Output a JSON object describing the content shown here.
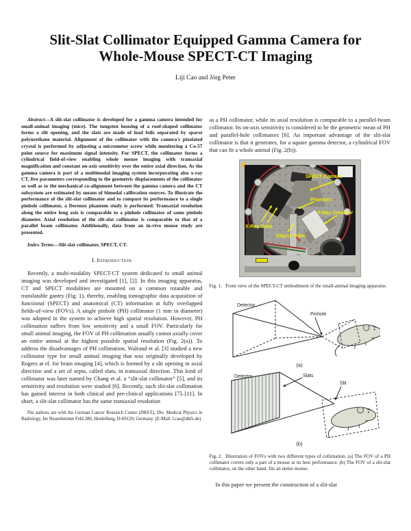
{
  "paper": {
    "title": "Slit-Slat Collimator Equipped Gamma Camera for Whole-Mouse SPECT-CT Imaging",
    "authors": "Liji Cao and Jörg Peter"
  },
  "abstract": {
    "lead": "Abstract",
    "text": "—A slit-slat collimator is developed for a gamma camera intended for small-animal imaging (mice). The tungsten housing of a roof-shaped collimator forms a slit opening, and the slats are made of lead foils separated by sparse polyurethane material. Alignment of the collimator with the camera's pixelated crystal is performed by adjusting a micrometer screw while monitoring a Co-57 point source for maximum signal intensity. For SPECT, the collimator forms a cylindrical field-of-view enabling whole mouse imaging with transaxial magnification and constant on-axis sensitivity over the entire axial direction. As the gamma camera is part of a multimodal imaging system incorporating also x-ray CT, five parameters corresponding to the geometric displacements of the collimator as well as to the mechanical co-alignment between the gamma camera and the CT subsystem are estimated by means of bimodal calibration sources. To illustrate the performance of the slit-slat collimator and to compare its performance to a single pinhole collimator, a Derenzo phantom study is performed. Transaxial resolution along the entire long axis is comparable to a pinhole collimator of same pinhole diameter. Axial resolution of the slit-slat collimator is comparable to that of a parallel beam collimator. Additionally, data from an in-vivo mouse study are presented."
  },
  "index_terms": {
    "lead": "Index Terms",
    "text": "—Slit-slat collimator, SPECT, CT."
  },
  "sections": {
    "introduction": {
      "number": "I.",
      "title": "Introduction"
    }
  },
  "intro_paragraph": "Recently, a multi-modality SPECT-CT system dedicated to small animal imaging was developed and investigated [1], [2]. In this imaging apparatus, CT and SPECT modalities are mounted on a common rotatable and translatable gantry (Fig. 1), thereby, enabling tomographic data acquisition of functional (SPECT) and anatomical (CT) information at fully overlapped fields-of-view (FOVs). A single pinhole (PH) collimator (1 mm in diameter) was adopted in the system to achieve high spatial resolution. However, PH collimation suffers from low sensitivity and a small FOV. Particularly for small animal imaging, the FOV of PH collimation usually cannot axially cover an entire animal at the highest possible spatial resolution (Fig. 2(a)). To address the disadvantages of PH collimation, Walrand et al. [3] studied a new collimator type for small animal imaging that was originally developed by Rogers at el. for brain imaging [4], which is formed by a slit opening in axial direction and a set of septa, called slats, in transaxial direction. This kind of collimator was later named by Chang et al. a “slit-slat collimator” [5], and its sensitivity and resolution were studied [6]. Recently, such slit-slat collimation has gained interest in both clinical and pre-clinical applications [7]–[11]. In short, a slit-slat collimator has the same transaxial resolution",
  "footnote": "The authors are with the German Cancer Research Center (DKFZ), Div. Medical Physics in Radiology, Im Neuenheimer Feld 280, Heidelberg, D-69120, Germany. (E-Mail: l.cao@dkfz.de)",
  "right_column": {
    "para1": "as a PH collimator, while its axial resolution is comparable to a parallel-beam collimator. Its on-axis sensitivity is considered to be the geometric mean of PH and parallel-hole collimators [6]. An important advantage of the slit-slat collimator is that it generates, for a square gamma detector, a cylindrical FOV that can fit a whole animal (Fig. 2(b)).",
    "para2": "In this paper we present the construction of a slit-slat"
  },
  "fig1": {
    "labels": {
      "spect_camera": "SPECT Camera",
      "phantom": "Phantom",
      "xray_detector": "X-Ray Detector",
      "xray_tube": "X-Ray Tube",
      "object_table": "Object Table"
    },
    "caption_label": "Fig. 1.",
    "caption_text": "Front view of the SPECT-CT embodiment of the small-animal imaging apparatus."
  },
  "fig2": {
    "a": {
      "detector": "Detector",
      "pinhole": "Pinhole",
      "tag": "(a)"
    },
    "b": {
      "detector": "Detector",
      "slats": "Slats",
      "slit": "Slit",
      "tag": "(b)"
    },
    "caption_label": "Fig. 2.",
    "caption_text": "Illustration of FOVs with two different types of collimation. (a) The FOV of a PH collimator covers only a part of a mouse at its best performance. (b) The FOV of a slit-slat collimator, on the other hand, fits an entire mouse."
  },
  "colors": {
    "label_yellow": "#f2ee00",
    "ring_red": "#a8322e",
    "page_bg": "#ffffff"
  }
}
